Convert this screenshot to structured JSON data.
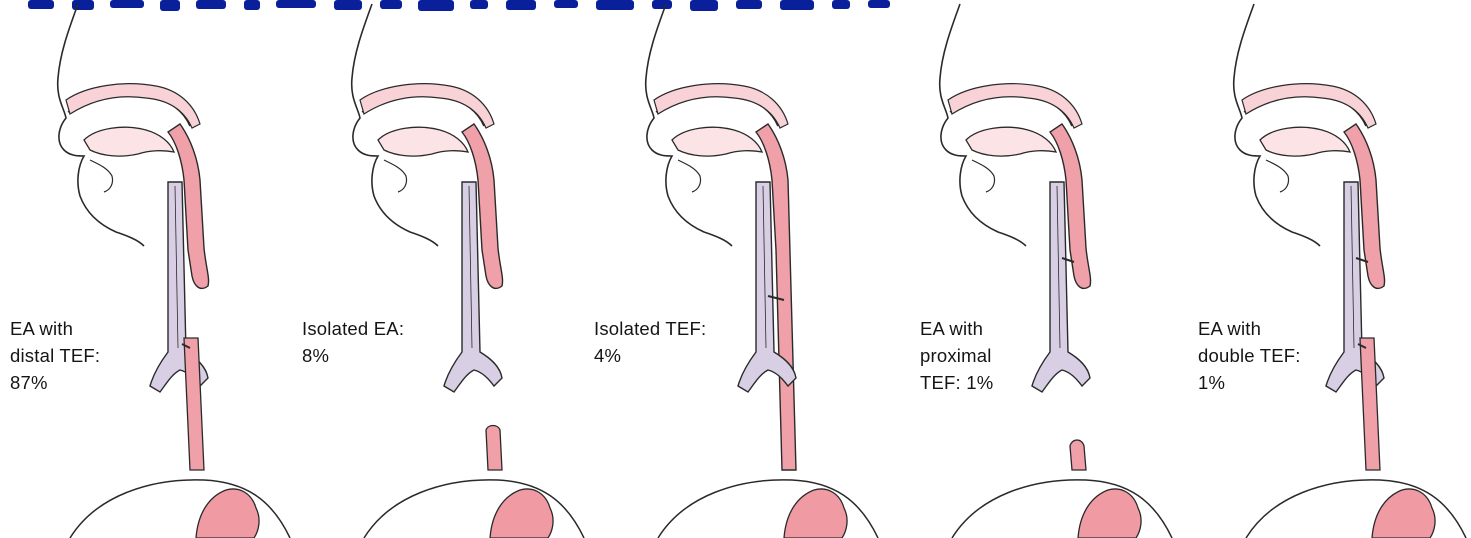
{
  "colors": {
    "outline": "#2a2a2a",
    "esophagus_fill": "#efa0a8",
    "esophagus_light": "#f8d2d6",
    "trachea_fill": "#d8cfe4",
    "stomach_fill": "#f09aa4",
    "header_text": "#0a1f9a"
  },
  "panels": [
    {
      "type": "ea-distal-tef",
      "caption": "EA with\ndistal TEF:\n87%"
    },
    {
      "type": "isolated-ea",
      "caption": "Isolated EA:\n8%"
    },
    {
      "type": "isolated-tef",
      "caption": "Isolated TEF:\n4%"
    },
    {
      "type": "ea-proximal-tef",
      "caption": "EA with\nproximal\nTEF: 1%"
    },
    {
      "type": "ea-double-tef",
      "caption": "EA with\ndouble TEF:\n1%"
    }
  ]
}
